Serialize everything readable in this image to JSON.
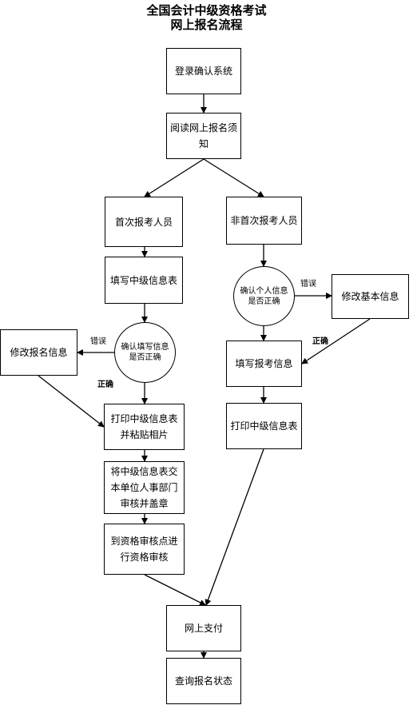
{
  "title": {
    "line1": "全国会计中级资格考试",
    "line2": "网上报名流程"
  },
  "nodes": {
    "login": "登录确认系统",
    "read_notice": "阅读网上报名须知",
    "first_time": "首次报考人员",
    "not_first_time": "非首次报考人员",
    "fill_form_left": "填写中级信息表",
    "confirm_fill_left": "确认填写信息是否正确",
    "modify_reg_info": "修改报名信息",
    "print_paste_photo": "打印中级信息表并粘贴相片",
    "submit_hr_stamp": "将中级信息表交本单位人事部门审核并盖章",
    "go_review_point": "到资格审核点进行资格审核",
    "confirm_personal_right": "确认个人信息是否正确",
    "modify_basic_info": "修改基本信息",
    "fill_reg_info": "填写报考信息",
    "print_form_right": "打印中级信息表",
    "online_pay": "网上支付",
    "check_status": "查询报名状态"
  },
  "labels": {
    "wrong_left": "错误",
    "correct_left": "正确",
    "wrong_right": "错误",
    "correct_right": "正确"
  }
}
